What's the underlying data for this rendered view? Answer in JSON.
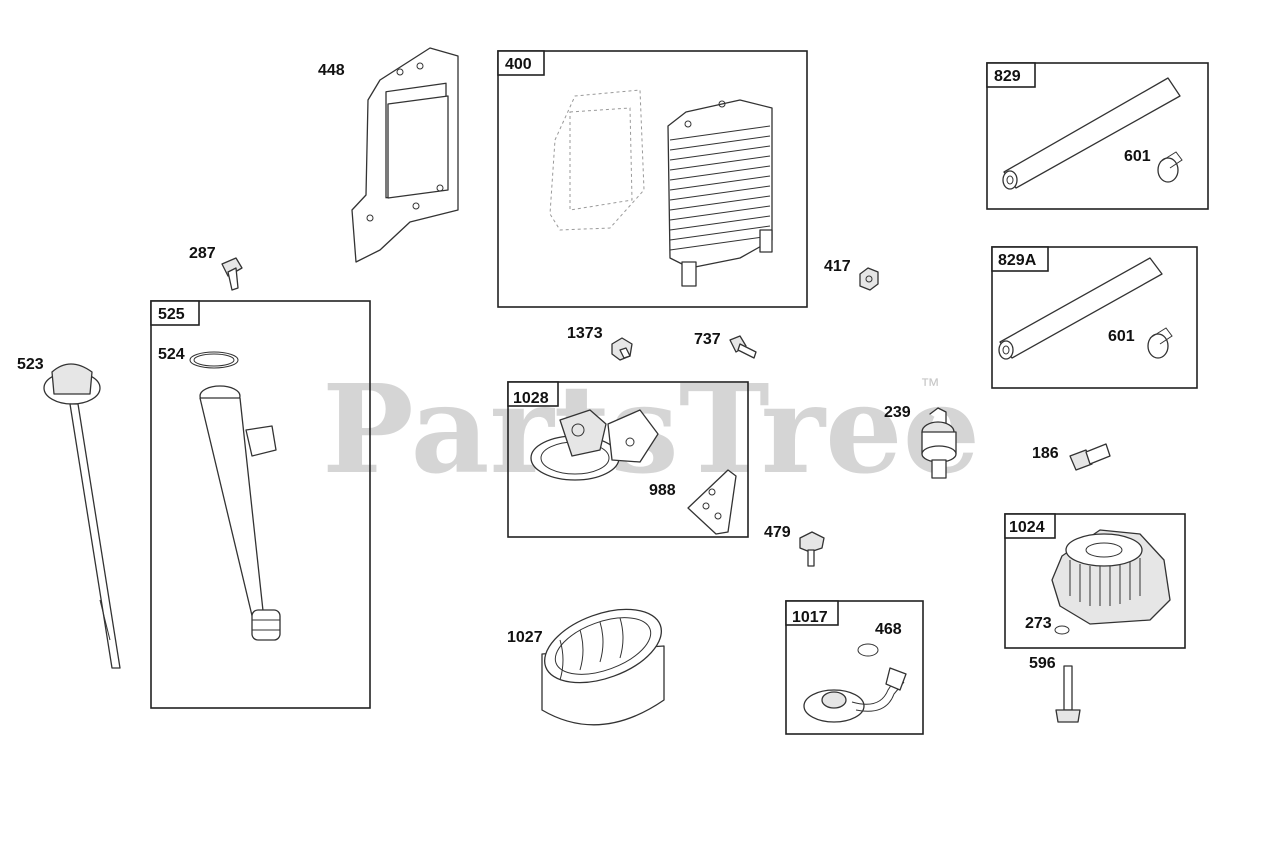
{
  "watermark": {
    "text": "PartsTree",
    "trademark": "™"
  },
  "boxes": {
    "b400": "400",
    "b525": "525",
    "b829": "829",
    "b829a": "829A",
    "b1028": "1028",
    "b1024": "1024",
    "b1017": "1017"
  },
  "labels": {
    "p448": "448",
    "p287": "287",
    "p523": "523",
    "p524": "524",
    "p417": "417",
    "p1373": "1373",
    "p737": "737",
    "p601a": "601",
    "p601b": "601",
    "p239": "239",
    "p186": "186",
    "p988": "988",
    "p479": "479",
    "p1027": "1027",
    "p468": "468",
    "p273": "273",
    "p596": "596"
  }
}
